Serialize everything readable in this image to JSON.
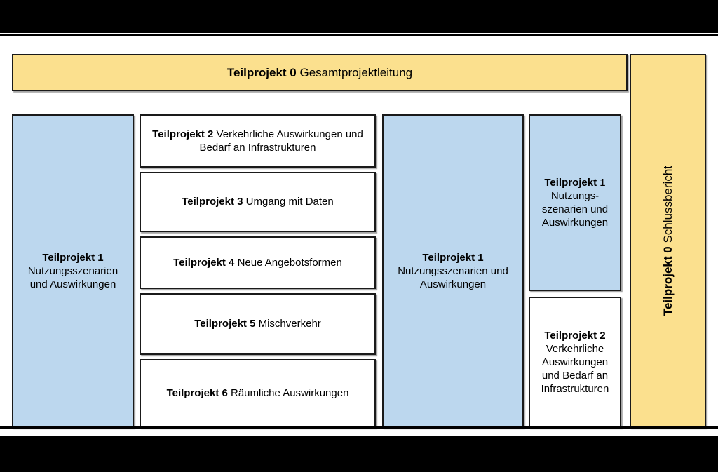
{
  "diagram": {
    "type": "organizational-structure",
    "title": "Teilprojekt Struktur",
    "colors": {
      "yellow": "#fbe08e",
      "blue": "#bcd7ee",
      "white": "#ffffff",
      "border": "#1a1a1a",
      "letterbox": "#000000"
    },
    "header": {
      "bold": "Teilprojekt 0",
      "rest": " Gesamtprojektleitung"
    },
    "report": {
      "bold": "Teilprojekt 0",
      "rest": " Schlussbericht"
    },
    "column1": {
      "bold": "Teilprojekt 1",
      "rest": "Nutzungsszenarien und Auswirkungen"
    },
    "column2": {
      "items": [
        {
          "bold": "Teilprojekt 2",
          "rest": " Verkehrliche Auswirkungen und Bedarf an Infrastrukturen"
        },
        {
          "bold": "Teilprojekt 3",
          "rest": " Umgang mit Daten"
        },
        {
          "bold": "Teilprojekt 4",
          "rest": " Neue Angebotsformen"
        },
        {
          "bold": "Teilprojekt 5",
          "rest": " Mischverkehr"
        },
        {
          "bold": "Teilprojekt 6",
          "rest": " Räumliche Auswirkungen"
        }
      ]
    },
    "column3": {
      "bold": "Teilprojekt 1",
      "rest": "Nutzungsszenarien und Auswirkungen"
    },
    "column4": {
      "items": [
        {
          "bold": "Teilprojekt",
          "rest": " 1 Nutzungs-szenarien und Auswirkungen"
        },
        {
          "bold": "Teilprojekt 2",
          "rest": "Verkehrliche Auswirkungen und Bedarf an Infrastrukturen"
        }
      ]
    }
  }
}
